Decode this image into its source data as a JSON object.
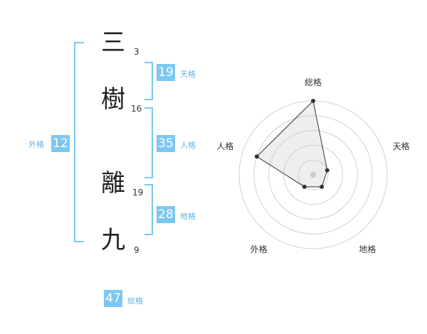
{
  "name": {
    "chars": [
      {
        "char": "三",
        "strokes": "3"
      },
      {
        "char": "樹",
        "strokes": "16"
      },
      {
        "char": "離",
        "strokes": "19"
      },
      {
        "char": "九",
        "strokes": "9"
      }
    ]
  },
  "fortune": {
    "tenkaku": {
      "value": "19",
      "label": "天格"
    },
    "jinkaku": {
      "value": "35",
      "label": "人格"
    },
    "chikaku": {
      "value": "28",
      "label": "地格"
    },
    "gaikaku": {
      "value": "12",
      "label": "外格"
    },
    "soukaku": {
      "value": "47",
      "label": "総格"
    }
  },
  "colors": {
    "accent": "#7cc7f2",
    "bracket": "#7cc7f2",
    "label": "#61b3e6"
  },
  "chart_data": {
    "type": "radar",
    "axes": [
      "総格",
      "天格",
      "地格",
      "外格",
      "人格"
    ],
    "values": [
      5,
      1,
      1,
      1,
      4
    ],
    "range": [
      0,
      5
    ],
    "rings": 5
  }
}
